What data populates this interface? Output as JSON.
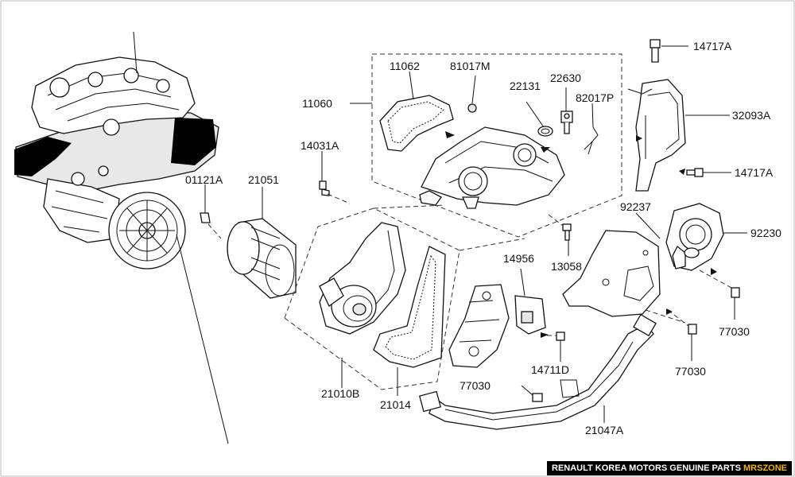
{
  "parts": [
    {
      "label": "11062"
    },
    {
      "label": "81017M"
    },
    {
      "label": "22131"
    },
    {
      "label": "22630"
    },
    {
      "label": "82017P"
    },
    {
      "label": "11060"
    },
    {
      "label": "14031A"
    },
    {
      "label": "01121A"
    },
    {
      "label": "21051"
    },
    {
      "label": "14717A"
    },
    {
      "label": "32093A"
    },
    {
      "label": "14717A"
    },
    {
      "label": "92237"
    },
    {
      "label": "92230"
    },
    {
      "label": "13058"
    },
    {
      "label": "14956"
    },
    {
      "label": "77030"
    },
    {
      "label": "77030"
    },
    {
      "label": "14711D"
    },
    {
      "label": "77030"
    },
    {
      "label": "21010B"
    },
    {
      "label": "21014"
    },
    {
      "label": "21047A"
    }
  ],
  "footer": {
    "text": "RENAULT KOREA MOTORS GENUINE PARTS ",
    "brand": "MRSZONE"
  }
}
